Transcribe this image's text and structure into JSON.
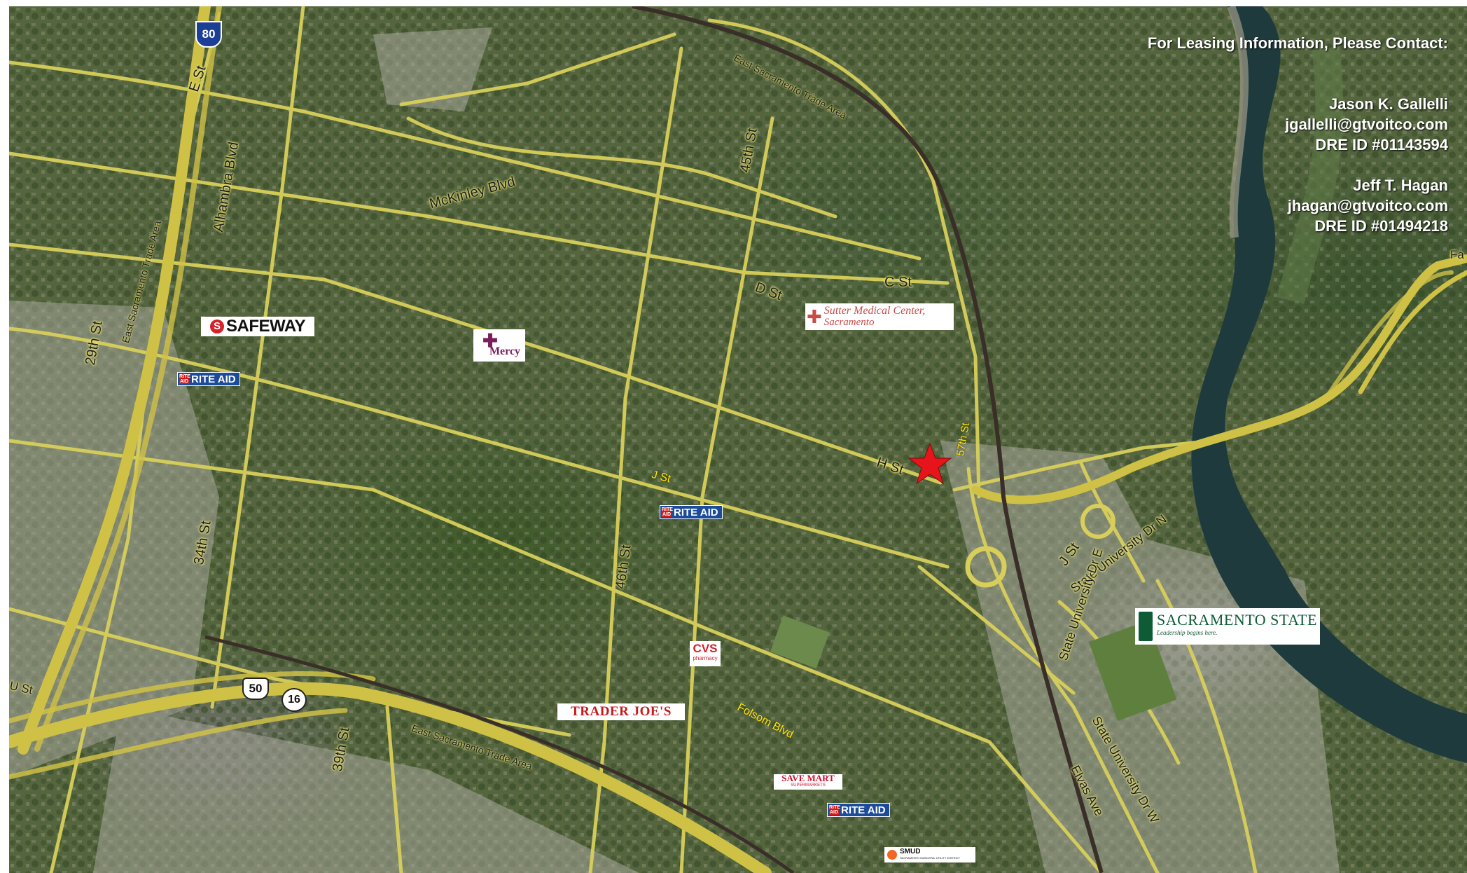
{
  "contact": {
    "heading": "For Leasing Information, Please Contact:",
    "people": [
      {
        "name": "Jason K. Gallelli",
        "email": "jgallelli@gtvoitco.com",
        "dre": "DRE ID #01143594"
      },
      {
        "name": "Jeff T. Hagan",
        "email": "jhagan@gtvoitco.com",
        "dre": "DRE ID #01494218"
      }
    ]
  },
  "shields": {
    "i80": "80",
    "us50": "50",
    "sr16": "16"
  },
  "streets": {
    "e_st": "E St",
    "alhambra": "Alhambra Blvd",
    "mckinley": "McKinley Blvd",
    "st45": "45th St",
    "d_st": "D St",
    "c_st": "C St",
    "st29": "29th St",
    "st34": "34th St",
    "st46": "46th St",
    "h_st": "H St",
    "j_st": "J St",
    "j_st_east": "J St",
    "st57": "57th St",
    "sudn": "State University Dr N",
    "sude": "State University Dr E",
    "sudw": "State University Dr W",
    "elvas": "Elvas Ave",
    "folsom": "Folsom Blvd",
    "st39": "39th St",
    "u_st": "U St",
    "fa": "Fa"
  },
  "trade_areas": {
    "north": "East Sacramento Trade Area",
    "west": "East Sacramento Trade Area",
    "south": "East Sacramento Trade  Area"
  },
  "places": {
    "safeway": "SAFEWAY",
    "mercy": "Mercy",
    "sutter_line1": "Sutter Medical Center,",
    "sutter_line2": "Sacramento",
    "rite_aid": "RITE AID",
    "rite_aid_icon": "RITE AID",
    "cvs_line1": "CVS",
    "cvs_line2": "pharmacy",
    "trader_joes": "TRADER JOE'S",
    "save_mart": "SAVE MART",
    "save_mart_sub": "SUPERMARKETS",
    "smud": "SMUD",
    "smud_sub": "SACRAMENTO MUNICIPAL UTILITY DISTRICT",
    "sac_state": "SACRAMENTO STATE",
    "sac_state_tagline": "Leadership begins here."
  },
  "colors": {
    "road": "#d8cf5a",
    "highway": "#cfc146",
    "river": "#1f3a3d",
    "star": "#e8141c",
    "rite_aid": "#1c4b9a",
    "sac_state": "#0d5c36"
  },
  "icons": [
    "site-star-icon",
    "interstate-shield-icon",
    "us-route-shield-icon",
    "state-route-shield-icon"
  ]
}
